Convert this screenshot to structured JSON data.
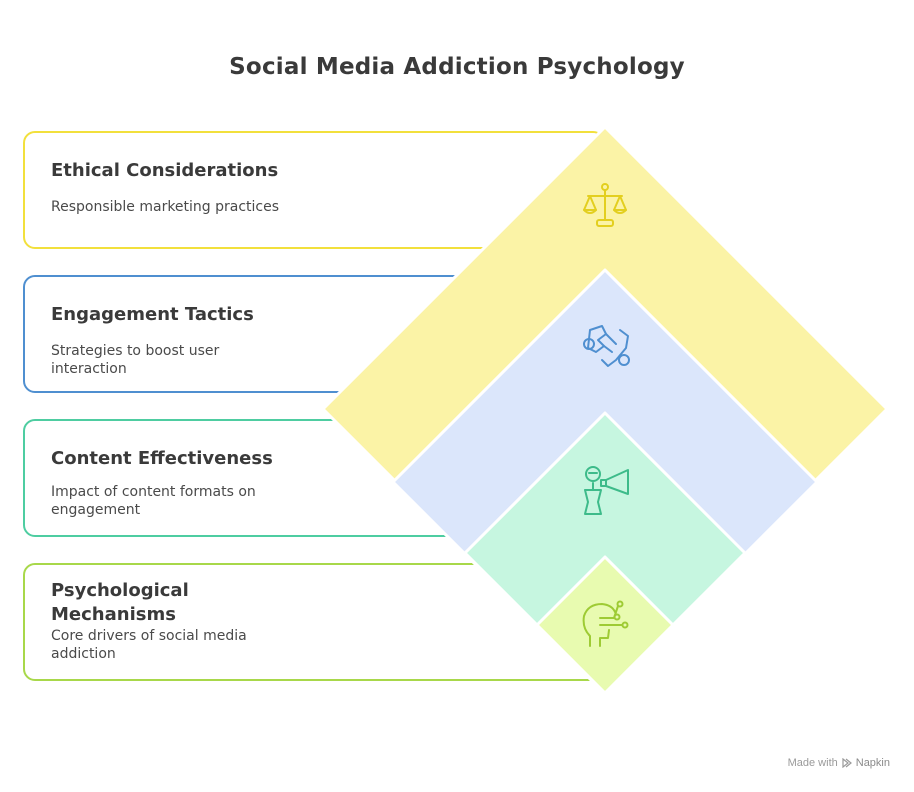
{
  "title": "Social Media Addiction Psychology",
  "levels": [
    {
      "title": "Ethical Considerations",
      "desc": "Responsible marketing practices",
      "color": "#f2e03c",
      "fill": "#fbf3a6",
      "icon": "scales-icon"
    },
    {
      "title": "Engagement Tactics",
      "desc": "Strategies to boost user interaction",
      "color": "#4f8fd0",
      "fill": "#dbe6fb",
      "icon": "handshake-icon"
    },
    {
      "title": "Content Effectiveness",
      "desc": "Impact of content formats on engagement",
      "color": "#4ecda1",
      "fill": "#c6f6e0",
      "icon": "megaphone-person-icon"
    },
    {
      "title": "Psychological Mechanisms",
      "desc": "Core drivers of social media addiction",
      "color": "#a8d84a",
      "fill": "#e8fbb0",
      "icon": "head-circuit-icon"
    }
  ],
  "footer": {
    "made_with": "Made with",
    "brand": "Napkin"
  }
}
